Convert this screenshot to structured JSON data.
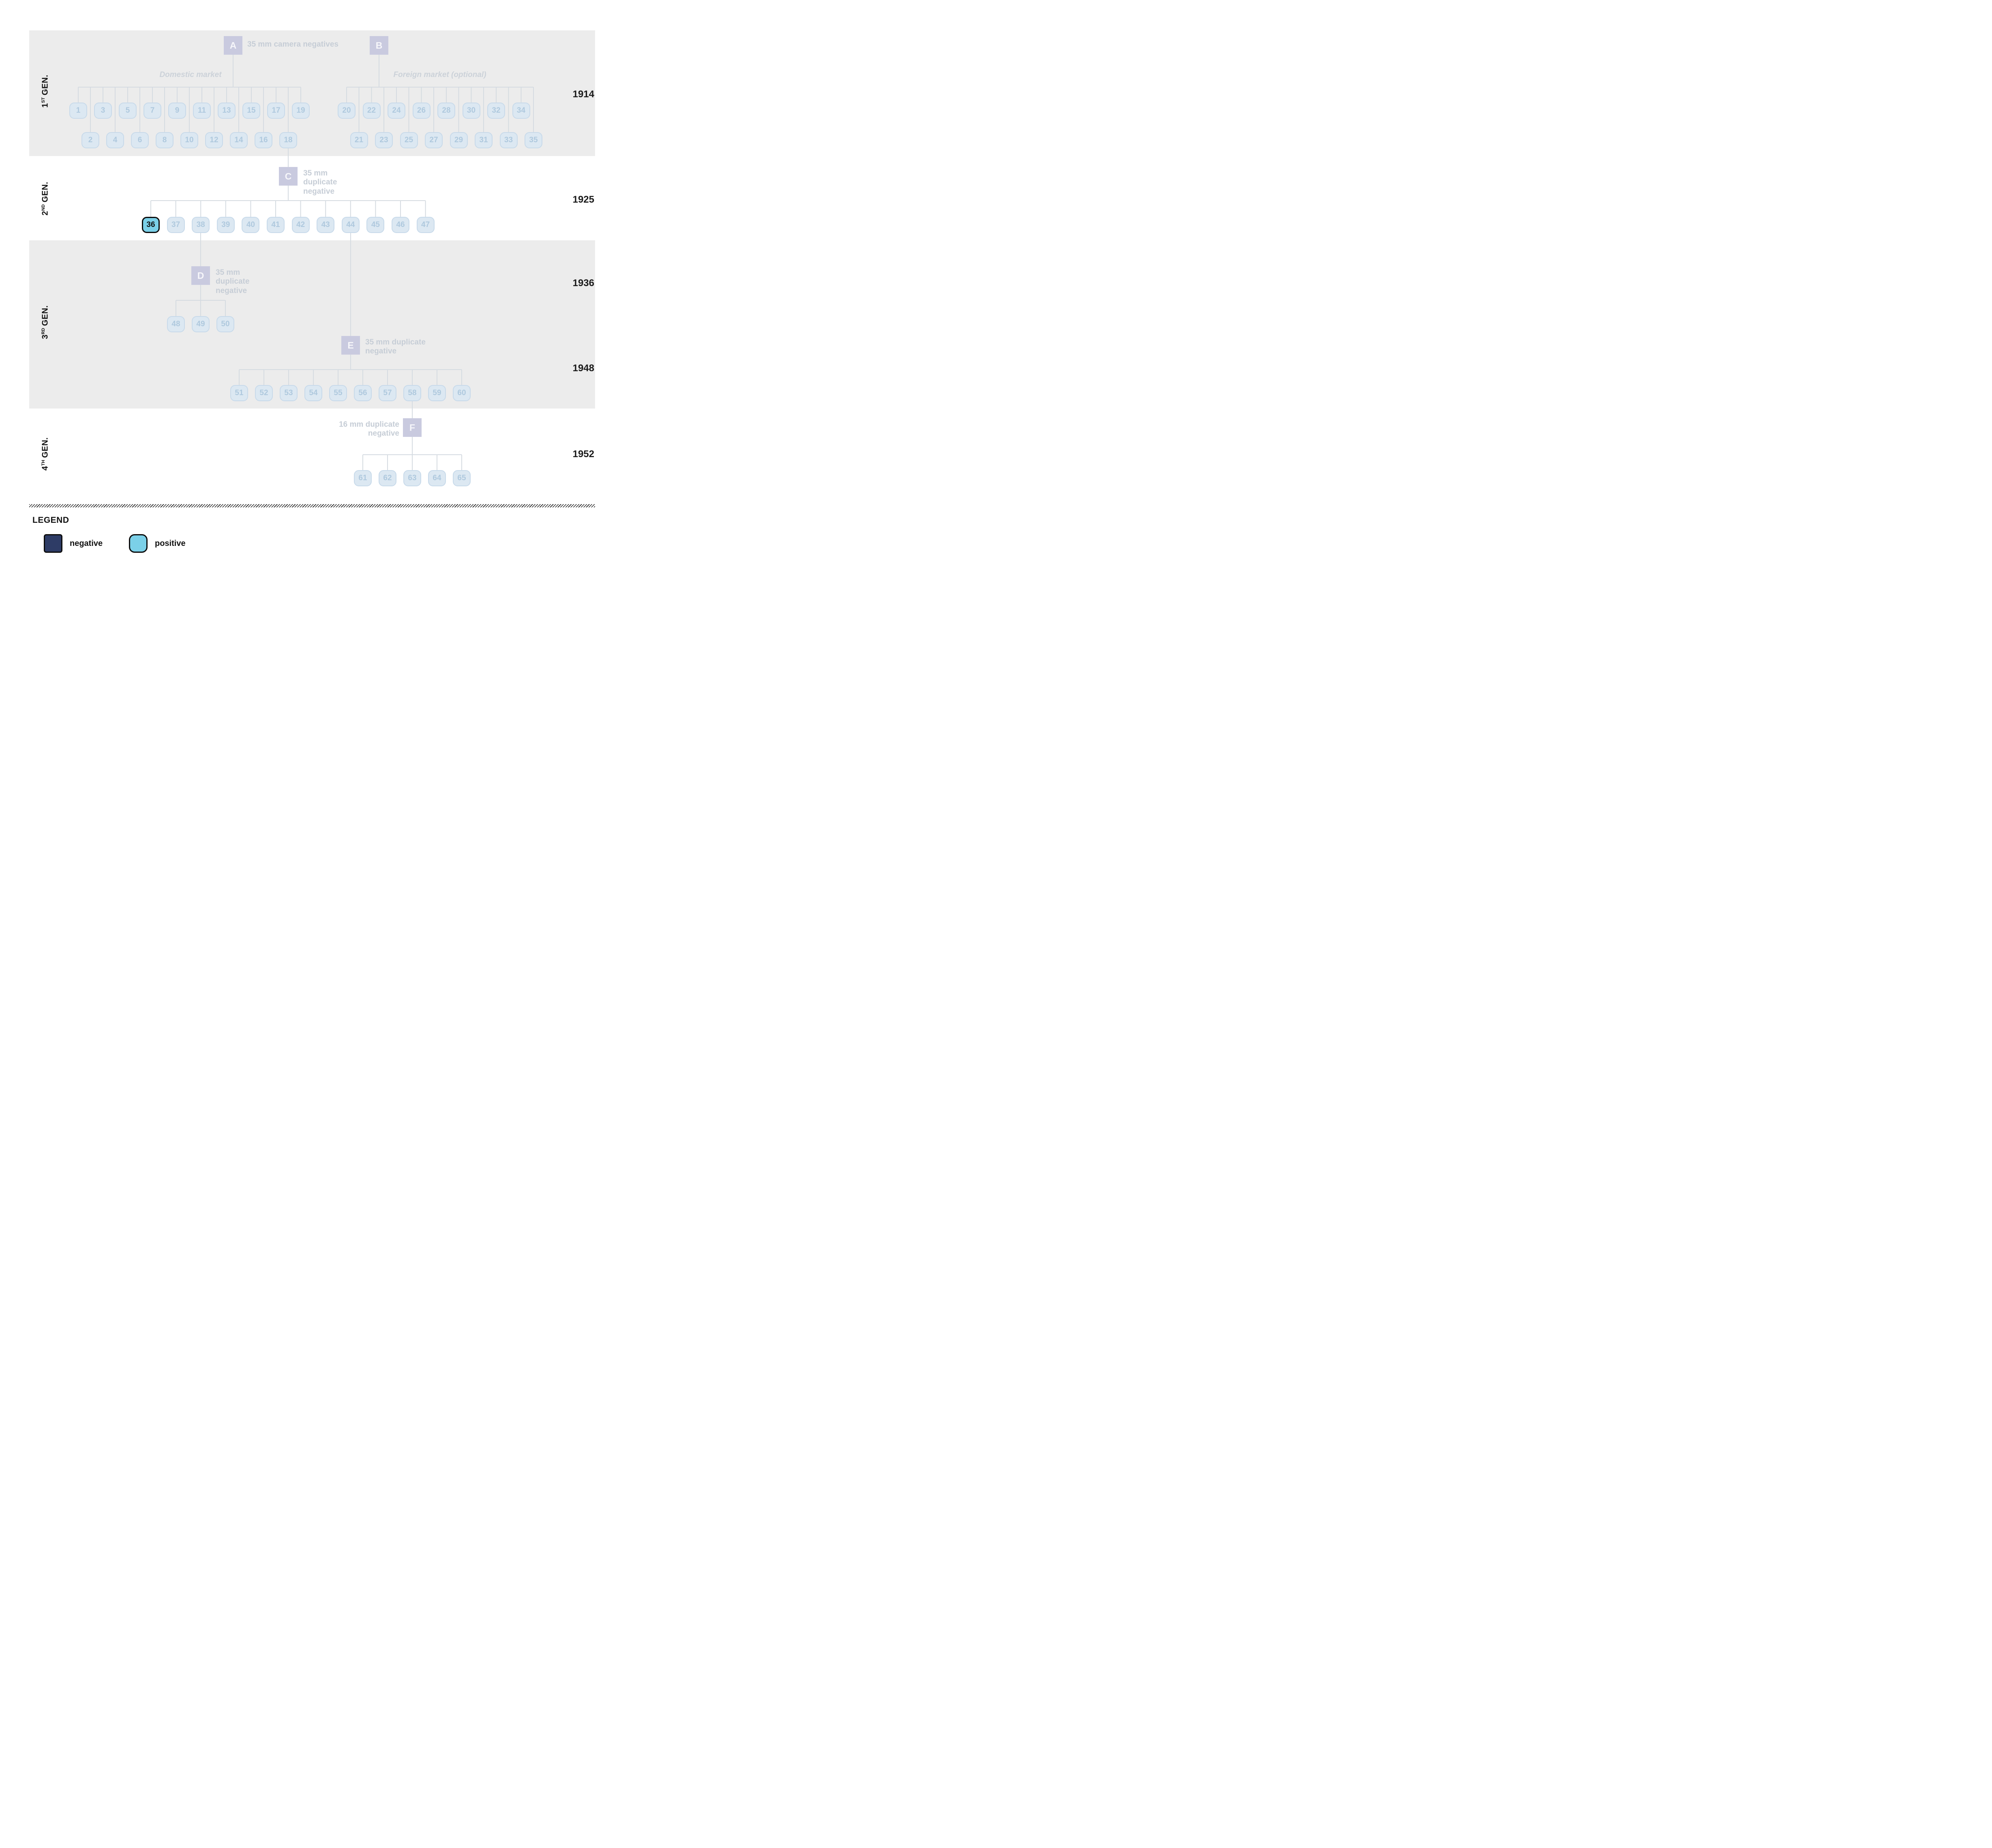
{
  "sources": {
    "A": {
      "letter": "A",
      "annotation": "35 mm camera negatives"
    },
    "B": {
      "letter": "B"
    },
    "C": {
      "letter": "C",
      "annotation": "35 mm duplicate negative"
    },
    "D": {
      "letter": "D",
      "annotation": "35 mm duplicate negative"
    },
    "E": {
      "letter": "E",
      "annotation": "35 mm duplicate negative"
    },
    "F": {
      "letter": "F",
      "annotation": "16 mm duplicate negative"
    }
  },
  "markets": {
    "domestic": "Domestic market",
    "foreign": "Foreign market (optional)"
  },
  "nodes": {
    "domestic_row1": [
      "1",
      "3",
      "5",
      "7",
      "9",
      "11",
      "13",
      "15",
      "17",
      "19"
    ],
    "domestic_row2": [
      "2",
      "4",
      "6",
      "8",
      "10",
      "12",
      "14",
      "16",
      "18"
    ],
    "foreign_row1": [
      "20",
      "22",
      "24",
      "26",
      "28",
      "30",
      "32",
      "34"
    ],
    "foreign_row2": [
      "21",
      "23",
      "25",
      "27",
      "29",
      "31",
      "33",
      "35"
    ],
    "gen2": [
      "36",
      "37",
      "38",
      "39",
      "40",
      "41",
      "42",
      "43",
      "44",
      "45",
      "46",
      "47"
    ],
    "gen3_d": [
      "48",
      "49",
      "50"
    ],
    "gen3_e": [
      "51",
      "52",
      "53",
      "54",
      "55",
      "56",
      "57",
      "58",
      "59",
      "60"
    ],
    "gen4": [
      "61",
      "62",
      "63",
      "64",
      "65"
    ]
  },
  "highlighted_node": "36",
  "gen_labels": [
    {
      "num": "1",
      "sup": "ST",
      "word": "GEN."
    },
    {
      "num": "2",
      "sup": "ND",
      "word": "GEN."
    },
    {
      "num": "3",
      "sup": "RD",
      "word": "GEN."
    },
    {
      "num": "4",
      "sup": "TH",
      "word": "GEN."
    }
  ],
  "years": [
    {
      "label": "1914"
    },
    {
      "label": "1925"
    },
    {
      "label": "1936"
    },
    {
      "label": "1948"
    },
    {
      "label": "1952"
    }
  ],
  "legend": {
    "title": "LEGEND",
    "items": [
      {
        "label": "negative",
        "color": "#2e3c66",
        "shape": "square"
      },
      {
        "label": "positive",
        "color": "#7bd0e8",
        "shape": "rounded"
      }
    ]
  },
  "colors": {
    "highlight_fill": "#7bd0e8",
    "ghost_node_fill": "#dce8f2",
    "source_square": "#c9cadf",
    "band_background": "#ececec"
  }
}
